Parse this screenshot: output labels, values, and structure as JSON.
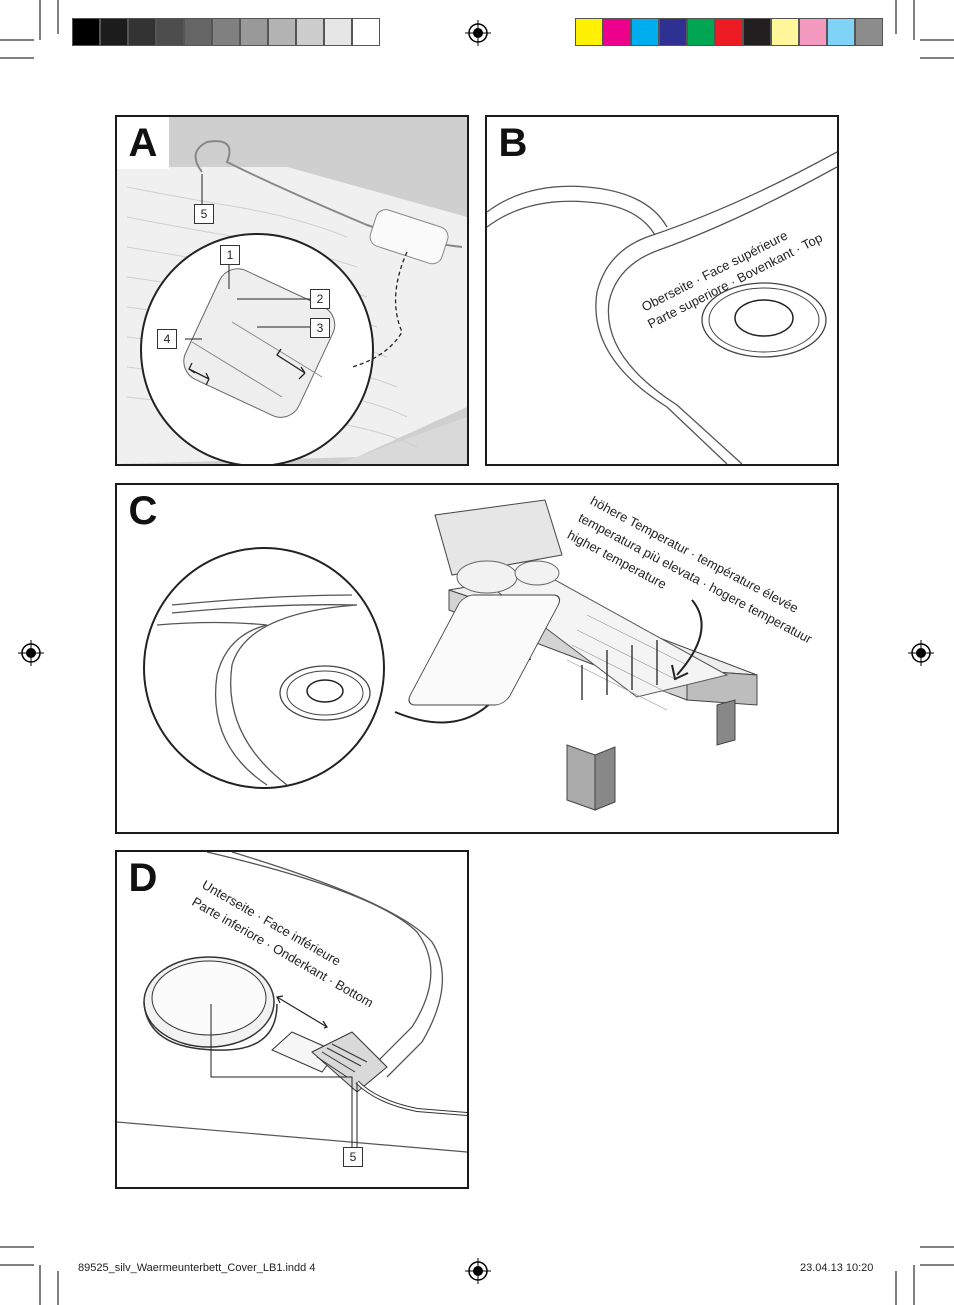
{
  "callouts": {
    "c1": "1",
    "c2": "2",
    "c3": "3",
    "c4": "4",
    "c5a": "5",
    "c5b": "5"
  },
  "panels": {
    "a": {
      "letter": "A"
    },
    "b": {
      "letter": "B",
      "label_line1": "Oberseite · Face supérieure",
      "label_line2": "Parte superiore · Bovenkant · Top"
    },
    "c": {
      "letter": "C",
      "label_line1": "höhere Temperatur · température élevée",
      "label_line2": "temperatura più elevata · hogere temperatuur",
      "label_line3": "higher temperature"
    },
    "d": {
      "letter": "D",
      "label_line1": "Unterseite · Face inférieure",
      "label_line2": "Parte inferiore · Onderkant · Bottom"
    }
  },
  "color_bar": {
    "grays": [
      "#000000",
      "#1c1c1c",
      "#333333",
      "#4d4d4d",
      "#666666",
      "#808080",
      "#999999",
      "#b3b3b3",
      "#cccccc",
      "#e6e6e6",
      "#ffffff"
    ],
    "colors": [
      "#fff200",
      "#ec008c",
      "#00aeef",
      "#2e3192",
      "#00a651",
      "#ed1c24",
      "#231f20",
      "#fff799",
      "#f49ac1",
      "#7fd3f7",
      "#8c8c8c"
    ]
  },
  "footer": {
    "filename": "89525_silv_Waermeunterbett_Cover_LB1.indd   4",
    "timestamp": "23.04.13   10:20"
  }
}
